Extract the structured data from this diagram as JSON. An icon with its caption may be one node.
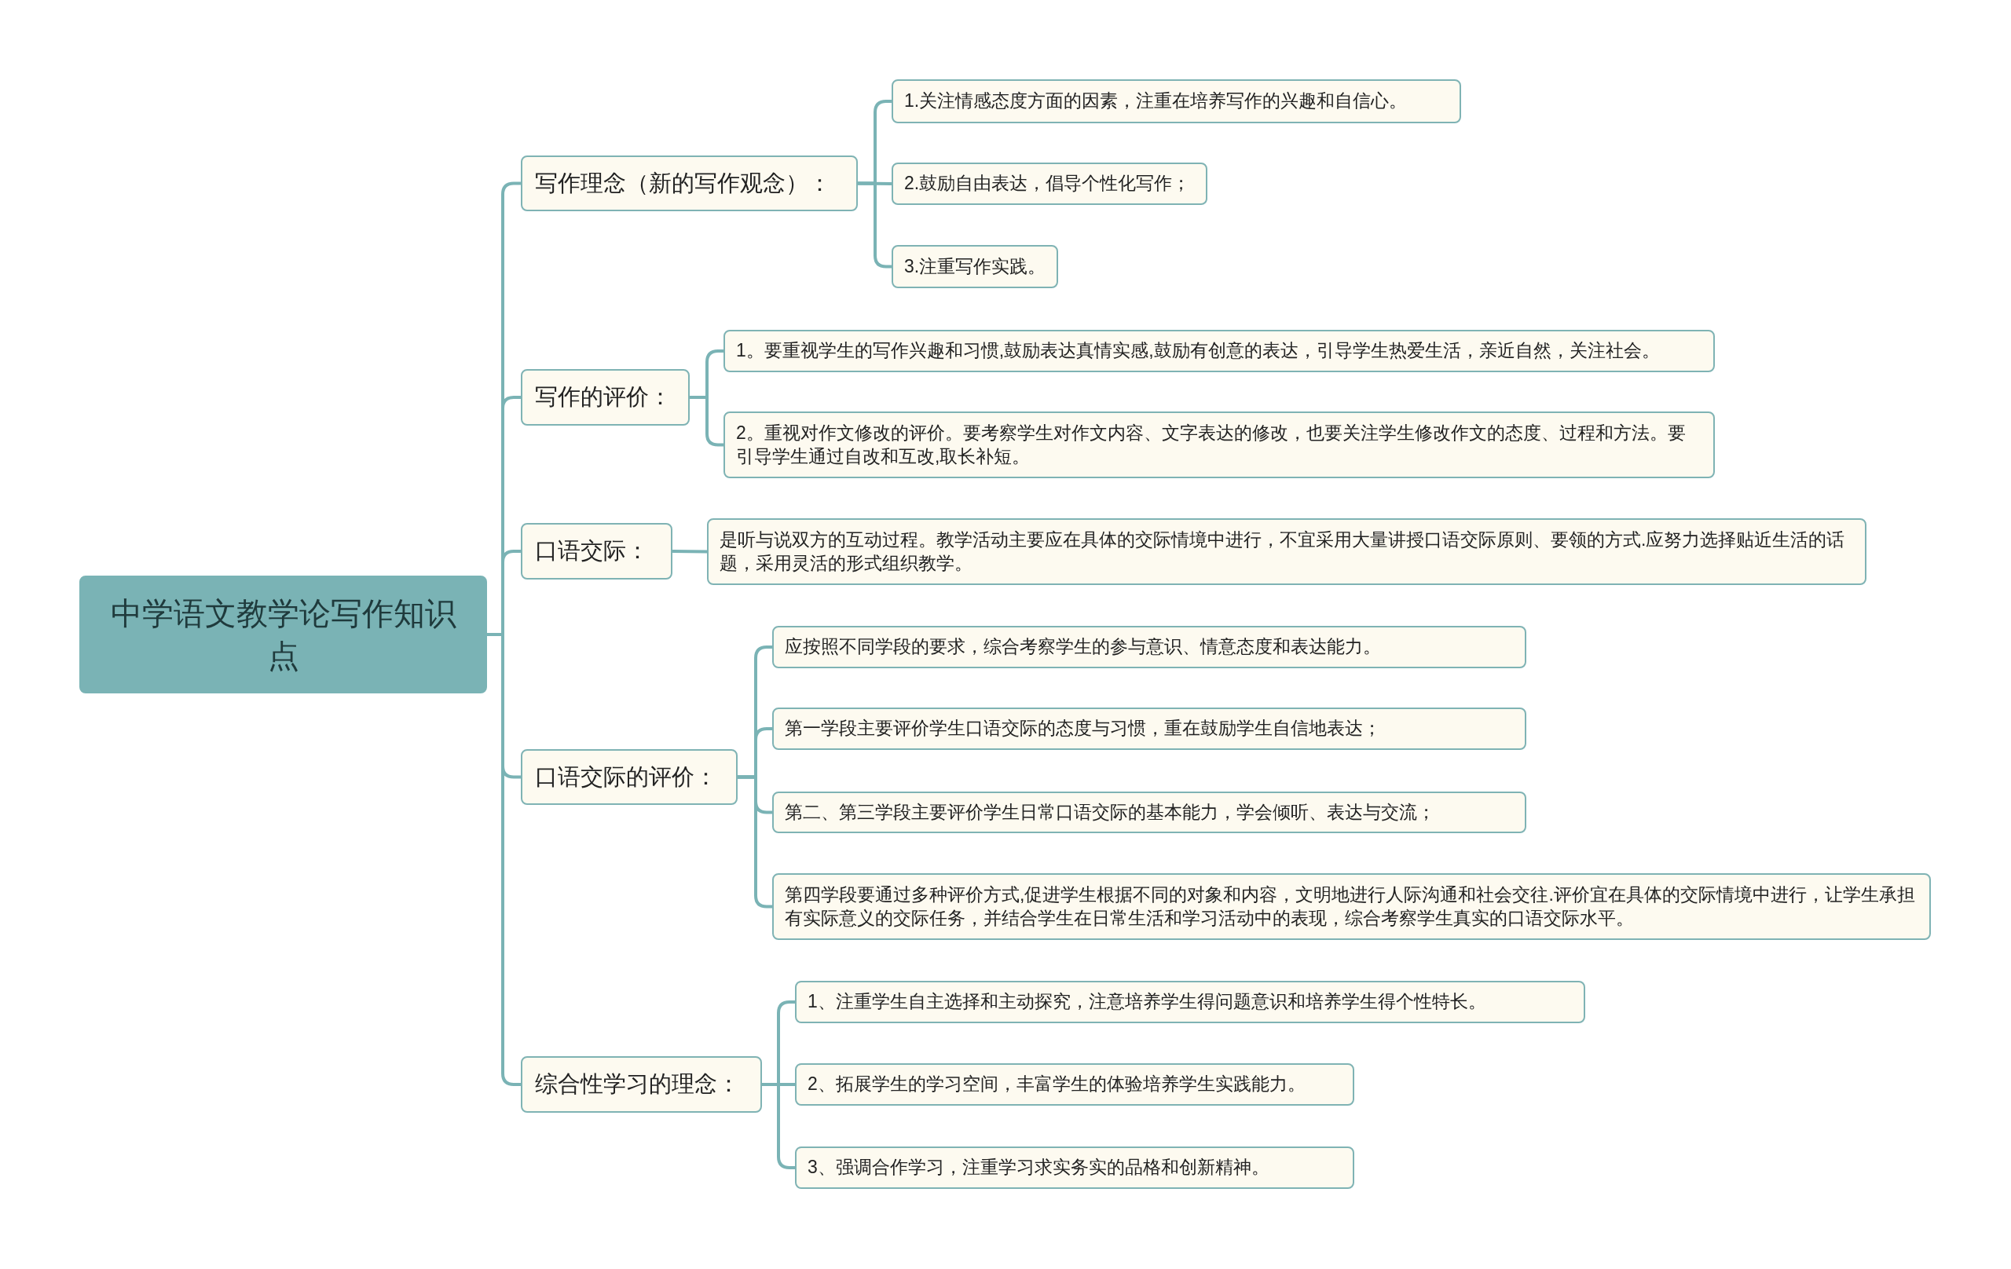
{
  "diagram": {
    "nodes": [
      {
        "text": [
          "中学语文教学论写作知识点"
        ]
      },
      {
        "text": [
          "写作理念（新的写作观念）："
        ]
      },
      {
        "text": [
          "1.关注情感态度方面的因素，注重在培养写作的兴趣和自信心。"
        ]
      },
      {
        "text": [
          "2.鼓励自由表达，倡导个性化写作；"
        ]
      },
      {
        "text": [
          "3.注重写作实践。"
        ]
      },
      {
        "text": [
          "写作的评价："
        ]
      },
      {
        "text": [
          "1。要重视学生的写作兴趣和习惯,鼓励表达真情实感,鼓励有创意的表达，引导学生热爱生活，亲近自然，关注社会。"
        ]
      },
      {
        "text": [
          "2。重视对作文修改的评价。要考察学生对作文内容、文字表达的修改，也要关注学生修改作文的态度、过程和方法。要引导学生通过自改和互改,取长补短。"
        ]
      },
      {
        "text": [
          "口语交际："
        ]
      },
      {
        "text": [
          "是听与说双方的互动过程。教学活动主要应在具体的交际情境中进行，不宜采用大量讲授口语交际原则、要领的方式.应努力选择贴近生活的话题，采用灵活的形式组织教学。"
        ]
      },
      {
        "text": [
          "口语交际的评价："
        ]
      },
      {
        "text": [
          "应按照不同学段的要求，综合考察学生的参与意识、情意态度和表达能力。"
        ]
      },
      {
        "text": [
          "第一学段主要评价学生口语交际的态度与习惯，重在鼓励学生自信地表达；"
        ]
      },
      {
        "text": [
          "第二、第三学段主要评价学生日常口语交际的基本能力，学会倾听、表达与交流；"
        ]
      },
      {
        "text": [
          "第四学段要通过多种评价方式,促进学生根据不同的对象和内容，文明地进行人际沟通和社会交往.评价宜在具体的交际情境中进行，让学生承担有实际意义的交际任务，并结合学生在日常生活和学习活动中的表现，综合考察学生真实的口语交际水平。"
        ]
      },
      {
        "text": [
          "综合性学习的理念："
        ]
      },
      {
        "text": [
          "1、注重学生自主选择和主动探究，注意培养学生得问题意识和培养学生得个性特长。"
        ]
      },
      {
        "text": [
          "2、拓展学生的学习空间，丰富学生的体验培养学生实践能力。"
        ]
      },
      {
        "text": [
          "3、强调合作学习，注重学习求实务实的品格和创新精神。"
        ]
      }
    ],
    "edges": [
      {
        "from": 0,
        "to": 1,
        "arrow": "none"
      },
      {
        "from": 0,
        "to": 5,
        "arrow": "none"
      },
      {
        "from": 0,
        "to": 8,
        "arrow": "none"
      },
      {
        "from": 0,
        "to": 10,
        "arrow": "none"
      },
      {
        "from": 0,
        "to": 15,
        "arrow": "none"
      },
      {
        "from": 1,
        "to": 2,
        "arrow": "none"
      },
      {
        "from": 1,
        "to": 3,
        "arrow": "none"
      },
      {
        "from": 1,
        "to": 4,
        "arrow": "none"
      },
      {
        "from": 5,
        "to": 6,
        "arrow": "none"
      },
      {
        "from": 5,
        "to": 7,
        "arrow": "none"
      },
      {
        "from": 8,
        "to": 9,
        "arrow": "none"
      },
      {
        "from": 10,
        "to": 11,
        "arrow": "none"
      },
      {
        "from": 10,
        "to": 12,
        "arrow": "none"
      },
      {
        "from": 10,
        "to": 13,
        "arrow": "none"
      },
      {
        "from": 10,
        "to": 14,
        "arrow": "none"
      },
      {
        "from": 15,
        "to": 16,
        "arrow": "none"
      },
      {
        "from": 15,
        "to": 17,
        "arrow": "none"
      },
      {
        "from": 15,
        "to": 18,
        "arrow": "none"
      }
    ]
  }
}
